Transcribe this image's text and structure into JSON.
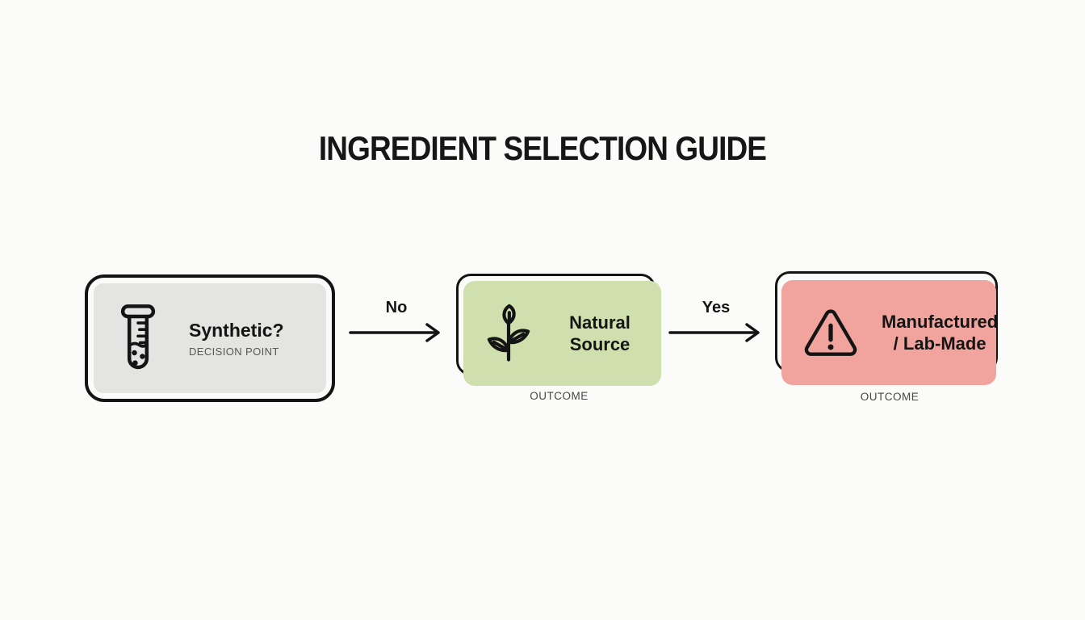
{
  "title": "INGREDIENT SELECTION GUIDE",
  "colors": {
    "background": "#fbfbfa",
    "stroke": "#141414",
    "decision_fill": "#e4e4e2",
    "natural_fill": "#cfe0ae",
    "manufactured_fill": "#f0a49d",
    "caption_gray": "#474747"
  },
  "flow": {
    "decision": {
      "label": "Synthetic?",
      "sublabel": "DECISION POINT",
      "icon": "test-tube-icon"
    },
    "edges": [
      {
        "label": "No"
      },
      {
        "label": "Yes"
      }
    ],
    "outcomes": [
      {
        "label": "Natural Source",
        "caption": "OUTCOME",
        "icon": "plant-sprout-icon"
      },
      {
        "label": "Manufactured / Lab-Made",
        "caption": "OUTCOME",
        "icon": "warning-triangle-icon"
      }
    ]
  }
}
